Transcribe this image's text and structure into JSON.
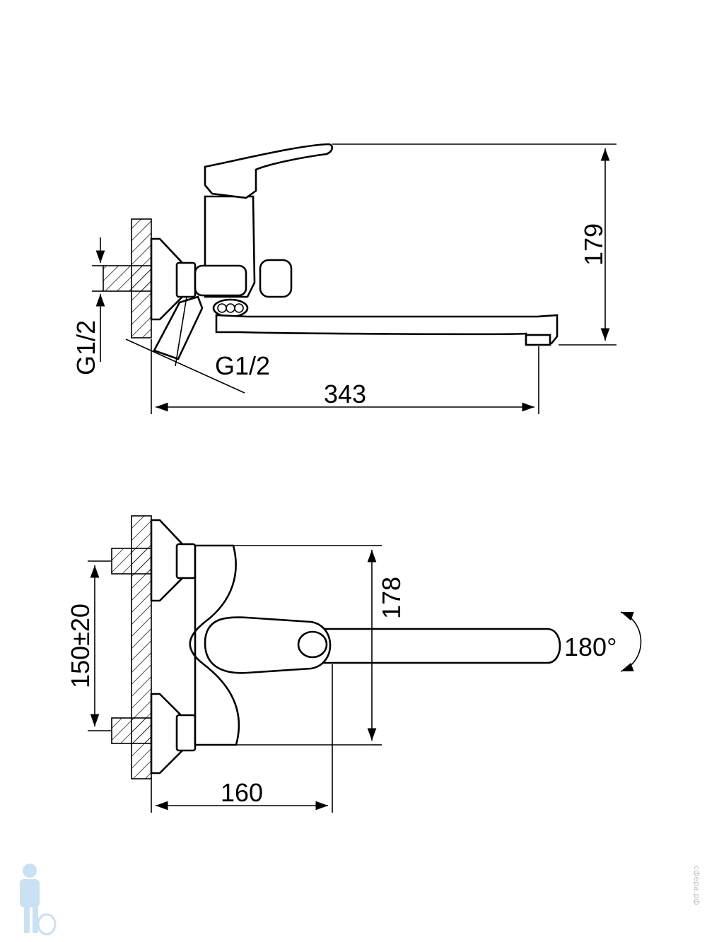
{
  "top_view": {
    "height_label": "179",
    "length_label": "343",
    "inlet_thread_left": "G1/2",
    "inlet_thread_angled": "G1/2"
  },
  "bottom_view": {
    "height_label": "178",
    "centers_label": "150±20",
    "depth_label": "160",
    "rotation_label": "180°"
  },
  "watermark": {
    "text": "сфера.рф",
    "icon": "plumber-mascot-icon",
    "color": "#9ec9e8"
  }
}
